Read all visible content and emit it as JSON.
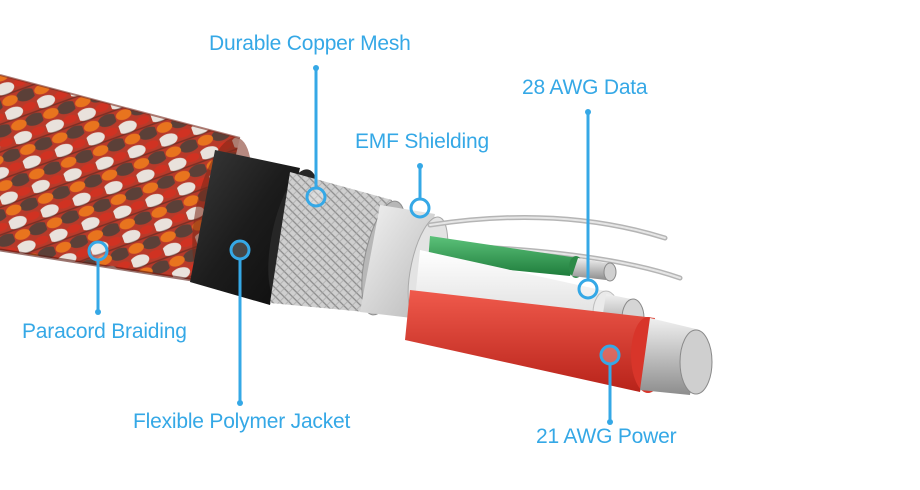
{
  "callouts": {
    "copper_mesh": "Durable Copper Mesh",
    "data_wire": "28 AWG Data",
    "emf_shielding": "EMF Shielding",
    "paracord": "Paracord Braiding",
    "polymer_jacket": "Flexible Polymer Jacket",
    "power_wire": "21 AWG Power"
  },
  "colors": {
    "callout_blue": "#35a8e6",
    "jacket_black": "#1f1f1f",
    "braid_red": "#c8231c",
    "braid_orange": "#e0711c",
    "shield_silver": "#d8d8d8",
    "wire_green": "#2e9e52",
    "wire_white": "#f4f4f4",
    "wire_red": "#e23a2e",
    "copper_strand": "#c9c9c9"
  }
}
